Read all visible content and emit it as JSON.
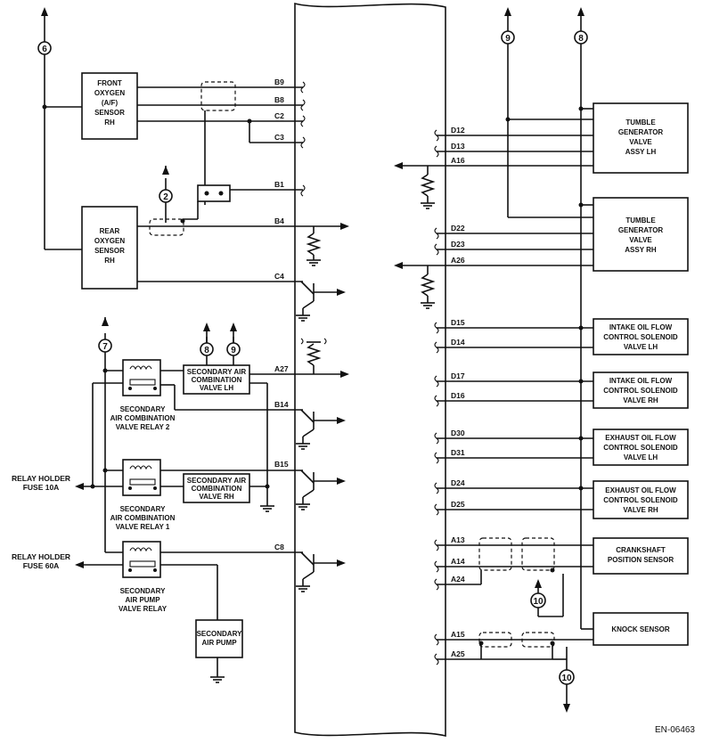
{
  "references": {
    "ref_6": "6",
    "ref_2": "2",
    "ref_7": "7",
    "ref_8a": "8",
    "ref_9a": "9",
    "ref_9b": "9",
    "ref_8b": "8",
    "ref_10a": "10",
    "ref_10b": "10"
  },
  "components": {
    "front_o2": [
      "FRONT",
      "OXYGEN",
      "(A/F)",
      "SENSOR",
      "RH"
    ],
    "rear_o2": [
      "REAR",
      "OXYGEN",
      "SENSOR",
      "RH"
    ],
    "sec_air_valve_lh": [
      "SECONDARY AIR",
      "COMBINATION",
      "VALVE LH"
    ],
    "sec_air_valve_rh": [
      "SECONDARY AIR",
      "COMBINATION",
      "VALVE RH"
    ],
    "relay2": [
      "SECONDARY",
      "AIR COMBINATION",
      "VALVE RELAY 2"
    ],
    "relay1": [
      "SECONDARY",
      "AIR COMBINATION",
      "VALVE RELAY 1"
    ],
    "pump_relay": [
      "SECONDARY",
      "AIR PUMP",
      "VALVE RELAY"
    ],
    "sec_air_pump": [
      "SECONDARY",
      "AIR PUMP"
    ],
    "relay_fuse_10a": [
      "RELAY HOLDER",
      "FUSE 10A"
    ],
    "relay_fuse_60a": [
      "RELAY HOLDER",
      "FUSE 60A"
    ],
    "tgv_lh": [
      "TUMBLE",
      "GENERATOR",
      "VALVE",
      "ASSY LH"
    ],
    "tgv_rh": [
      "TUMBLE",
      "GENERATOR",
      "VALVE",
      "ASSY RH"
    ],
    "intake_lh": [
      "INTAKE OIL FLOW",
      "CONTROL SOLENOID",
      "VALVE LH"
    ],
    "intake_rh": [
      "INTAKE OIL FLOW",
      "CONTROL SOLENOID",
      "VALVE RH"
    ],
    "exhaust_lh": [
      "EXHAUST OIL FLOW",
      "CONTROL SOLENOID",
      "VALVE LH"
    ],
    "exhaust_rh": [
      "EXHAUST OIL FLOW",
      "CONTROL SOLENOID",
      "VALVE RH"
    ],
    "crankshaft": [
      "CRANKSHAFT",
      "POSITION SENSOR"
    ],
    "knock": [
      "KNOCK SENSOR"
    ]
  },
  "pins_left": {
    "b9": "B9",
    "b8": "B8",
    "c2": "C2",
    "c3": "C3",
    "b1": "B1",
    "b4": "B4",
    "c4": "C4",
    "a27": "A27",
    "b14": "B14",
    "b15": "B15",
    "c8": "C8"
  },
  "pins_right": {
    "d12": "D12",
    "d13": "D13",
    "a16": "A16",
    "d22": "D22",
    "d23": "D23",
    "a26": "A26",
    "d15": "D15",
    "d14": "D14",
    "d17": "D17",
    "d16": "D16",
    "d30": "D30",
    "d31": "D31",
    "d24": "D24",
    "d25": "D25",
    "a13": "A13",
    "a14": "A14",
    "a24": "A24",
    "a15": "A15",
    "a25": "A25"
  },
  "figure_code": "EN-06463"
}
